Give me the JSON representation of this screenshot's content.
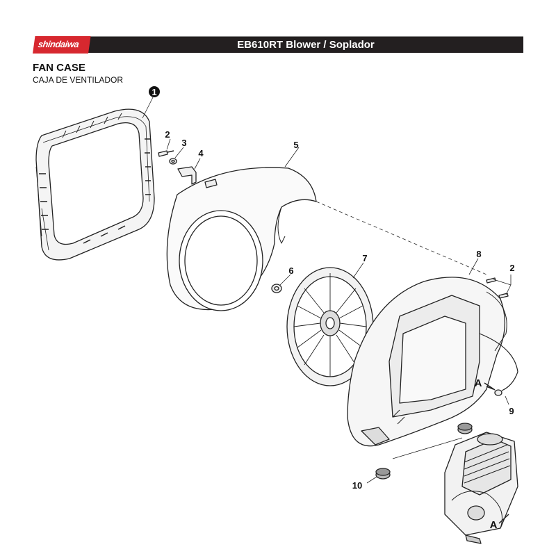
{
  "header": {
    "brand": "shindaiwa",
    "title": "EB610RT Blower / Soplador",
    "brand_color": "#d7282f",
    "bar_color": "#231f20"
  },
  "section": {
    "title": "FAN CASE",
    "subtitle": "CAJA DE VENTILADOR"
  },
  "callouts": {
    "c1": "1",
    "c2a": "2",
    "c3": "3",
    "c4": "4",
    "c5": "5",
    "c6": "6",
    "c7": "7",
    "c8": "8",
    "c2b": "2",
    "c9": "9",
    "c10": "10",
    "a1": "A",
    "a2": "A"
  }
}
